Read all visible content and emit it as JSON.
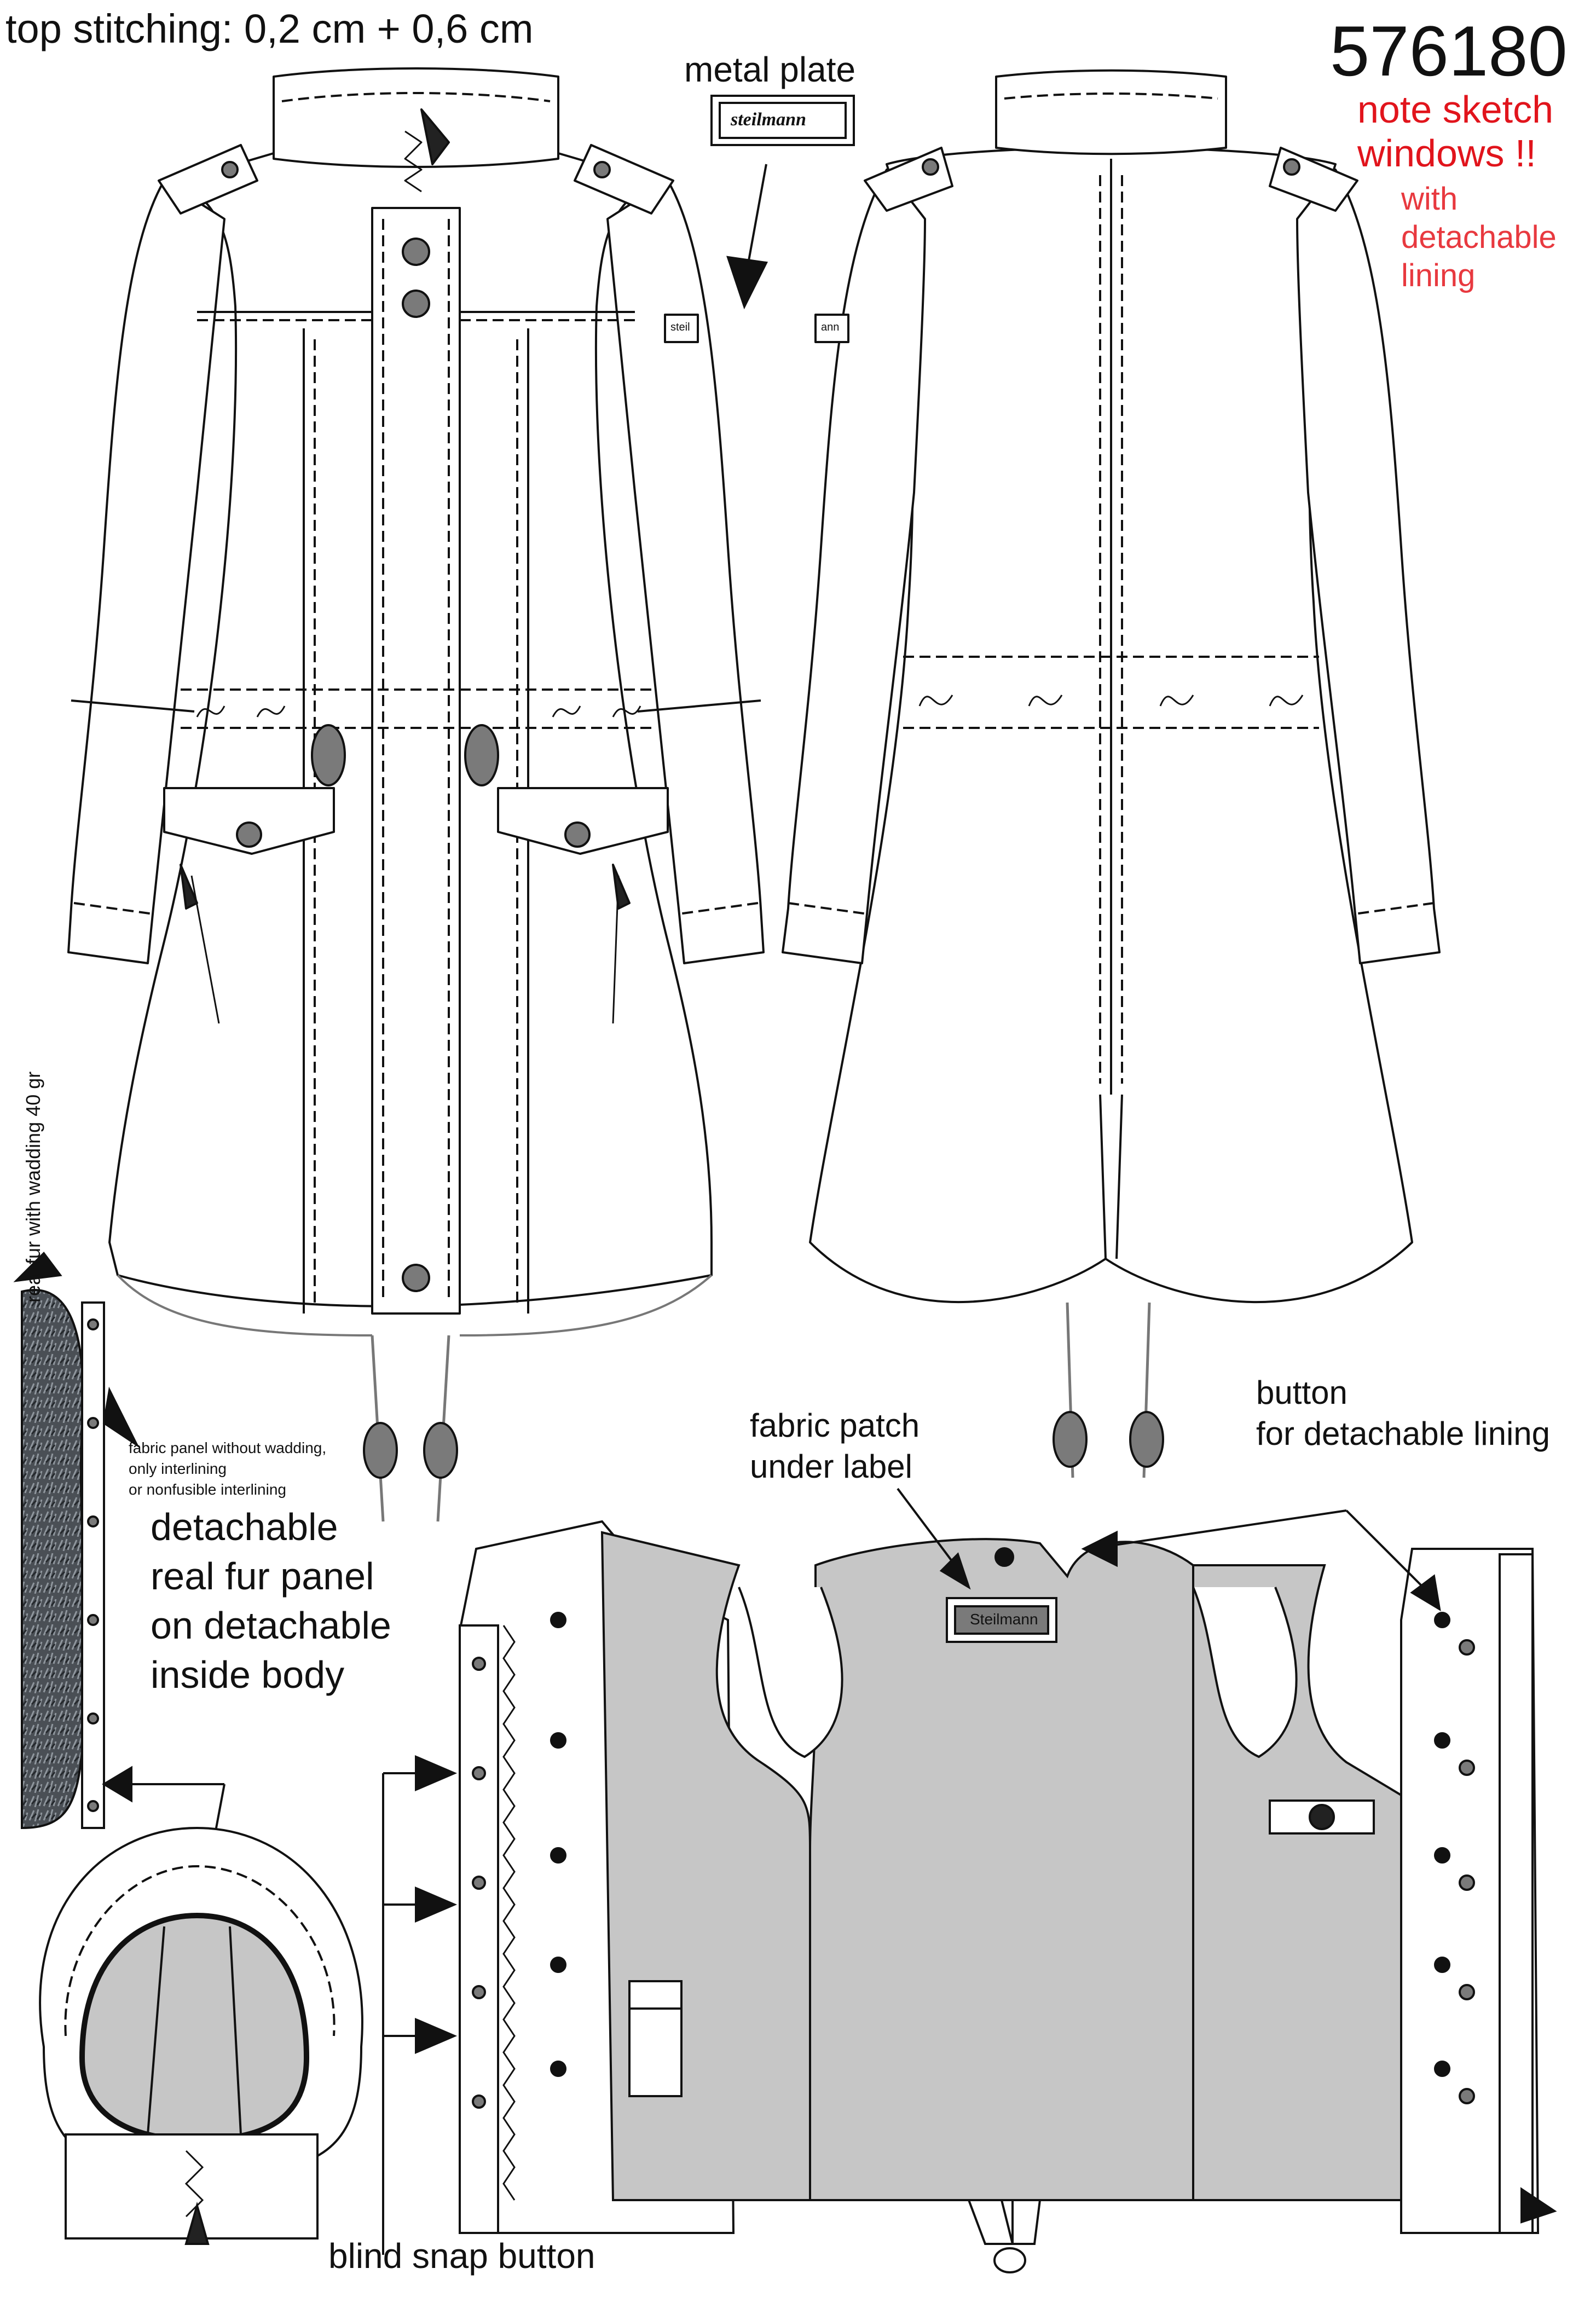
{
  "header": {
    "stitching_note": "top stitching: 0,2 cm + 0,6 cm",
    "style_number": "576180"
  },
  "notes": {
    "sketch_windows": [
      "note sketch",
      "windows !!"
    ],
    "lining": [
      "with",
      "detachable",
      "lining"
    ]
  },
  "callouts": {
    "metal_plate": "metal plate",
    "metal_plate_text": "steilmann",
    "sleeve_tab_front": "steil",
    "sleeve_tab_back": "ann",
    "fur_with_wadding": "real fur with wadding 40 gr",
    "fabric_panel": [
      "fabric panel without wadding,",
      "only interlining",
      "or nonfusible interlining"
    ],
    "fur_panel": [
      "detachable",
      "real fur panel",
      "on detachable",
      "inside body"
    ],
    "fabric_patch": [
      "fabric patch",
      "under label"
    ],
    "lining_label_text": "Steilmann",
    "button_lining": [
      "button",
      "for detachable lining"
    ],
    "blind_snap": "blind snap button"
  },
  "colors": {
    "red_note": "#e1141c",
    "lining_grey": "#c6c6c6",
    "button_grey": "#7a7a7a",
    "fur_dark": "#3a3f45",
    "outline": "#111111"
  }
}
